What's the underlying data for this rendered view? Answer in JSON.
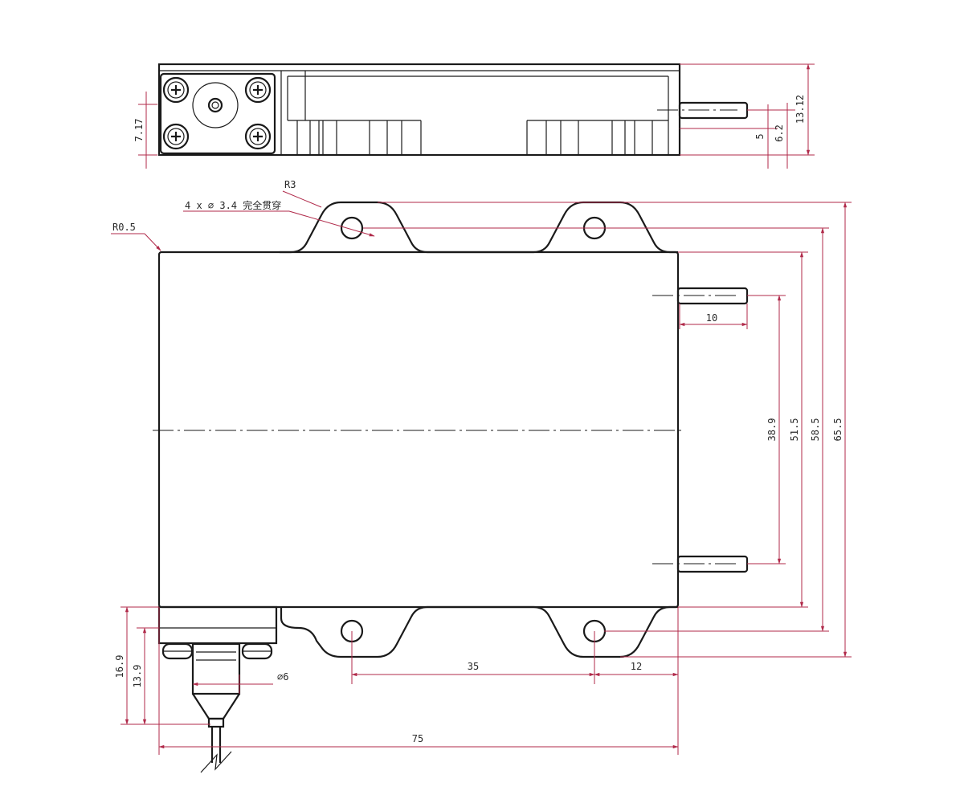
{
  "dimensions": {
    "top_view": {
      "height_left": "7.17",
      "height_right": "13.12",
      "pin_offset_a": "5",
      "pin_offset_b": "6.2"
    },
    "callouts": {
      "corner_radius_tab": "R3",
      "corner_radius_body": "R0.5",
      "holes_note": "4 x ∅ 3.4 完全贯穿"
    },
    "front_view": {
      "pin_length": "10",
      "pin_spacing": "38.9",
      "body_height": "51.5",
      "hole_spacing_vertical": "58.5",
      "overall_height": "65.5",
      "hole_spacing_horizontal": "35",
      "hole_edge_offset": "12",
      "fiber_diameter": "∅6",
      "connector_height_outer": "16.9",
      "connector_height_inner": "13.9",
      "body_width": "75"
    }
  },
  "colors": {
    "outline": "#1a1a1a",
    "dimension_line": "#b02a4a"
  }
}
